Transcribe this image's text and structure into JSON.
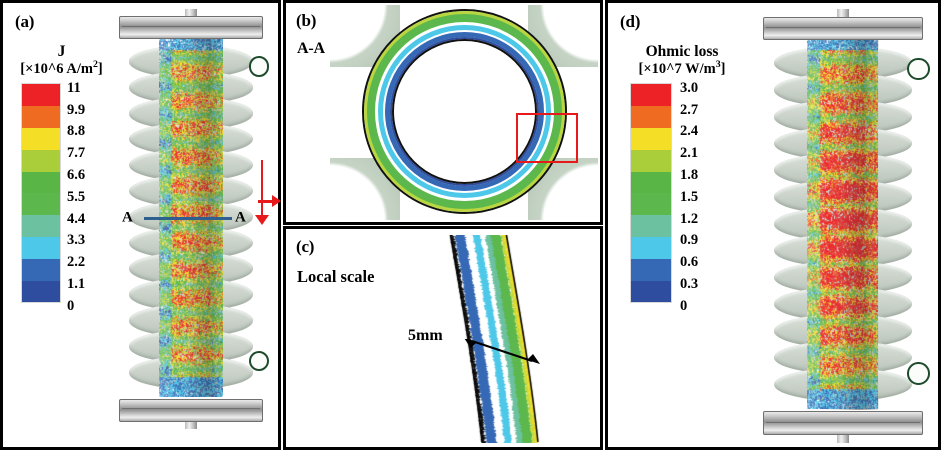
{
  "figure": {
    "panels": [
      {
        "tag": "(a)",
        "caption": ""
      },
      {
        "tag": "(b)",
        "caption": "A-A"
      },
      {
        "tag": "(c)",
        "caption": "Local scale"
      },
      {
        "tag": "(d)",
        "caption": ""
      }
    ]
  },
  "panel_a": {
    "tag": "(a)",
    "section_label_left": "A",
    "section_label_right": "A",
    "legend": {
      "quantity": "J",
      "unit": "[×10^6 A/m",
      "unit_sup": "2",
      "unit_close": "]",
      "ticks": [
        "11",
        "9.9",
        "8.8",
        "7.7",
        "6.6",
        "5.5",
        "4.4",
        "3.3",
        "2.2",
        "1.1",
        "0"
      ]
    }
  },
  "panel_b": {
    "tag": "(b)",
    "caption": "A-A"
  },
  "panel_c": {
    "tag": "(c)",
    "caption": "Local scale",
    "dimension": "5mm"
  },
  "panel_d": {
    "tag": "(d)",
    "legend": {
      "quantity": "Ohmic loss",
      "unit": "[×10^7 W/m",
      "unit_sup": "3",
      "unit_close": "]",
      "ticks": [
        "3.0",
        "2.7",
        "2.4",
        "2.1",
        "1.8",
        "1.5",
        "1.2",
        "0.9",
        "0.6",
        "0.3",
        "0"
      ]
    }
  },
  "colorbar": {
    "bands_top_to_bottom": [
      "#ec2227",
      "#f06b22",
      "#f5de26",
      "#aacd3a",
      "#59b546",
      "#5cb84c",
      "#6cc1a0",
      "#4ec8e8",
      "#3568b5",
      "#2f4d9e"
    ]
  },
  "chart_data": {
    "type": "heatmap",
    "title": "Simulated current density and ohmic loss distributions in a helical coil",
    "panels": [
      {
        "id": "a",
        "label": "(a)",
        "quantity": "J",
        "unit": "×10^6 A/m^2",
        "colorbar_levels": [
          0,
          1.1,
          2.2,
          3.3,
          4.4,
          5.5,
          6.6,
          7.7,
          8.8,
          9.9,
          11
        ],
        "colorbar_colors": [
          "#2f4d9e",
          "#3568b5",
          "#4ec8e8",
          "#6cc1a0",
          "#5cb84c",
          "#59b546",
          "#aacd3a",
          "#f5de26",
          "#f06b22",
          "#ec2227"
        ],
        "dominant_range": [
          5.5,
          8.8
        ],
        "view": "3D helical coil, full elevation, section line A-A at mid height"
      },
      {
        "id": "b",
        "label": "(b)",
        "caption": "A-A",
        "view": "annular cross-section",
        "band_order_outer_to_inner": [
          "yellow",
          "green",
          "white",
          "cyan",
          "blue"
        ]
      },
      {
        "id": "c",
        "label": "(c)",
        "caption": "Local scale",
        "annotation": "5mm",
        "view": "magnified wall segment from red box in (b)"
      },
      {
        "id": "d",
        "label": "(d)",
        "quantity": "Ohmic loss",
        "unit": "×10^7 W/m^3",
        "colorbar_levels": [
          0,
          0.3,
          0.6,
          0.9,
          1.2,
          1.5,
          1.8,
          2.1,
          2.4,
          2.7,
          3.0
        ],
        "colorbar_colors": [
          "#2f4d9e",
          "#3568b5",
          "#4ec8e8",
          "#6cc1a0",
          "#5cb84c",
          "#59b546",
          "#aacd3a",
          "#f5de26",
          "#f06b22",
          "#ec2227"
        ],
        "dominant_range": [
          1.2,
          2.7
        ],
        "view": "3D helical coil, full elevation"
      }
    ],
    "xlabel": "",
    "ylabel": "",
    "grid": false,
    "legend_position": "left of each 3D view"
  }
}
